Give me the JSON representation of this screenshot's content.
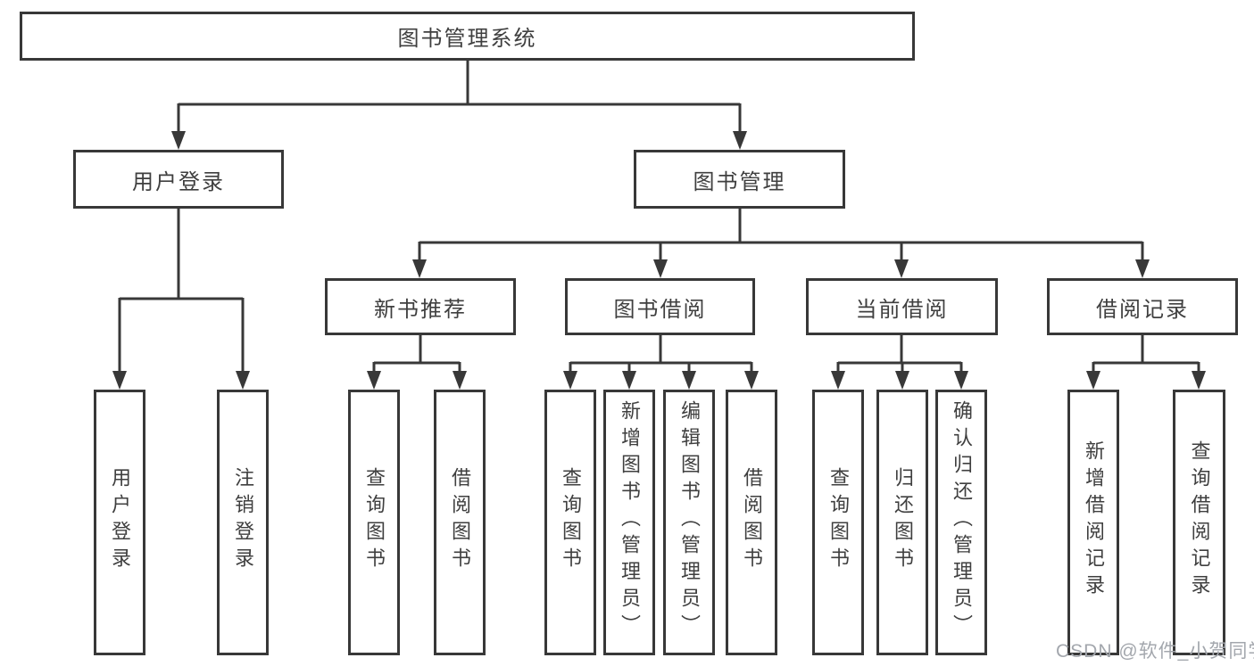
{
  "tree": {
    "label": "图书管理系统",
    "children": [
      {
        "label": "用户登录",
        "children": [
          {
            "label": "用户登录"
          },
          {
            "label": "注销登录"
          }
        ]
      },
      {
        "label": "图书管理",
        "children": [
          {
            "label": "新书推荐",
            "children": [
              {
                "label": "查询图书"
              },
              {
                "label": "借阅图书"
              }
            ]
          },
          {
            "label": "图书借阅",
            "children": [
              {
                "label": "查询图书"
              },
              {
                "label": "新增图书（管理员）"
              },
              {
                "label": "编辑图书（管理员）"
              },
              {
                "label": "借阅图书"
              }
            ]
          },
          {
            "label": "当前借阅",
            "children": [
              {
                "label": "查询图书"
              },
              {
                "label": "归还图书"
              },
              {
                "label": "确认归还（管理员）"
              }
            ]
          },
          {
            "label": "借阅记录",
            "children": [
              {
                "label": "新增借阅记录"
              },
              {
                "label": "查询借阅记录"
              }
            ]
          }
        ]
      }
    ]
  },
  "watermark": {
    "text": "CSDN @软件_小贺同学"
  },
  "colors": {
    "line": "#383838",
    "node_border": "#383838",
    "node_fill": "#ffffff",
    "text": "#3f3f3f",
    "watermark": "#a3a7ad",
    "background": "#ffffff"
  }
}
